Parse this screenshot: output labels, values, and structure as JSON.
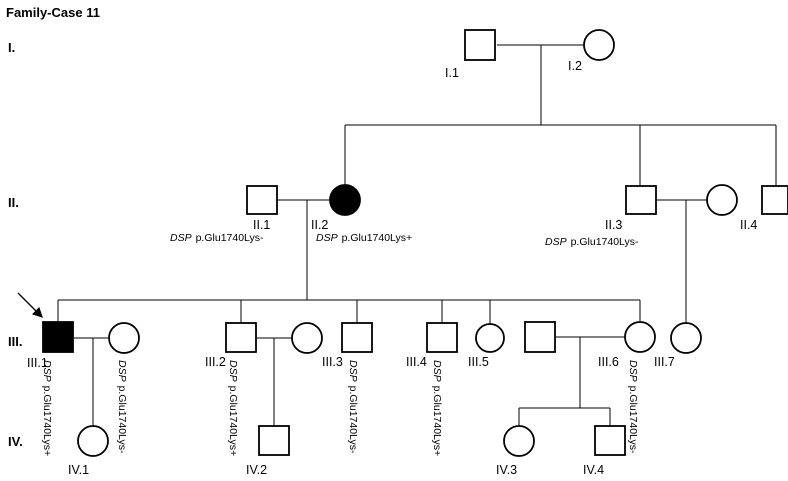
{
  "title": "Family-Case 11",
  "generations": [
    "I.",
    "II.",
    "III.",
    "IV."
  ],
  "individuals": [
    {
      "id": "I.1",
      "label": "I.1",
      "sex": "male",
      "affected": false
    },
    {
      "id": "I.2",
      "label": "I.2",
      "sex": "female",
      "affected": false
    },
    {
      "id": "II.1",
      "label": "II.1",
      "sex": "male",
      "affected": false,
      "gene": "DSP",
      "variant": "p.Glu1740Lys-"
    },
    {
      "id": "II.2",
      "label": "II.2",
      "sex": "female",
      "affected": true,
      "gene": "DSP",
      "variant": "p.Glu1740Lys+"
    },
    {
      "id": "II.3",
      "label": "II.3",
      "sex": "male",
      "affected": false,
      "gene": "DSP",
      "variant": "p.Glu1740Lys-"
    },
    {
      "id": "II.3s",
      "label": "",
      "sex": "female",
      "affected": false
    },
    {
      "id": "II.4",
      "label": "II.4",
      "sex": "male",
      "affected": false
    },
    {
      "id": "III.1",
      "label": "III.1",
      "sex": "male",
      "affected": true,
      "proband": true,
      "gene": "DSP",
      "variant": "p.Glu1740Lys+"
    },
    {
      "id": "III.1s",
      "label": "",
      "sex": "female",
      "affected": false,
      "gene": "DSP",
      "variant": "p.Glu1740Lys-"
    },
    {
      "id": "III.2",
      "label": "III.2",
      "sex": "male",
      "affected": false,
      "gene": "DSP",
      "variant": "p.Glu1740Lys+"
    },
    {
      "id": "III.2s",
      "label": "",
      "sex": "female",
      "affected": false
    },
    {
      "id": "III.3",
      "label": "III.3",
      "sex": "male",
      "affected": false,
      "gene": "DSP",
      "variant": "p.Glu1740Lys-"
    },
    {
      "id": "III.4",
      "label": "III.4",
      "sex": "male",
      "affected": false,
      "gene": "DSP",
      "variant": "p.Glu1740Lys+"
    },
    {
      "id": "III.5",
      "label": "III.5",
      "sex": "female",
      "affected": false
    },
    {
      "id": "III.6s",
      "label": "",
      "sex": "male",
      "affected": false
    },
    {
      "id": "III.6",
      "label": "III.6",
      "sex": "female",
      "affected": false,
      "gene": "DSP",
      "variant": "p.Glu1740Lys-"
    },
    {
      "id": "III.7",
      "label": "III.7",
      "sex": "female",
      "affected": false
    },
    {
      "id": "IV.1",
      "label": "IV.1",
      "sex": "female",
      "affected": false
    },
    {
      "id": "IV.2",
      "label": "IV.2",
      "sex": "male",
      "affected": false
    },
    {
      "id": "IV.3",
      "label": "IV.3",
      "sex": "female",
      "affected": false
    },
    {
      "id": "IV.4",
      "label": "IV.4",
      "sex": "male",
      "affected": false
    }
  ]
}
